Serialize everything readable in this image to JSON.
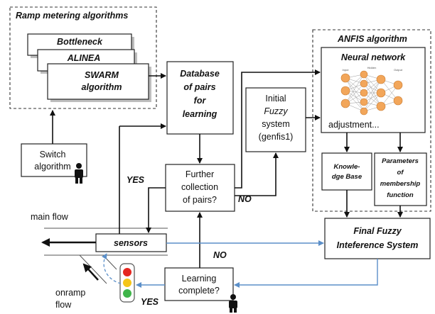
{
  "ramp": {
    "title": "Ramp metering algorithms",
    "card1": "Bottleneck",
    "card2": "ALINEA",
    "card3_line1": "SWARM",
    "card3_line2": "algorithm"
  },
  "switch": {
    "line1": "Switch",
    "line2": "algorithm"
  },
  "database": {
    "line1": "Database",
    "line2": "of pairs",
    "line3": "for",
    "line4": "learning"
  },
  "initial": {
    "line1": "Initial",
    "line2": "Fuzzy",
    "line3": "system",
    "line4": "(genfis1)"
  },
  "further": {
    "line1": "Further",
    "line2": "collection",
    "line3": "of pairs?"
  },
  "learning": {
    "line1": "Learning",
    "line2": "complete?"
  },
  "anfis": {
    "title": "ANFIS algorithm",
    "neural_title": "Neural network",
    "adjustment": "adjustment...",
    "nn_labels": {
      "input": "Input",
      "hidden": "Hidden",
      "output": "Output"
    },
    "knowledge_line1": "Knowle-",
    "knowledge_line2": "dge Base",
    "params_line1": "Parameters",
    "params_line2": "of",
    "params_line3": "membership",
    "params_line4": "function"
  },
  "final": {
    "line1": "Final Fuzzy",
    "line2": "Inteference System"
  },
  "sensors": "sensors",
  "main_flow": "main flow",
  "onramp": {
    "line1": "onramp",
    "line2": "flow"
  },
  "labels": {
    "yes_top": "YES",
    "no_mid": "NO",
    "no_bottom": "NO",
    "yes_bottom": "YES"
  },
  "colors": {
    "neuron": "#f2a65a",
    "arrow_blue": "#5b8fc9",
    "light_red": "#e52620",
    "light_yellow": "#f5c518",
    "light_green": "#3fb54a"
  },
  "icons": [
    "person-icon",
    "traffic-light-icon"
  ]
}
